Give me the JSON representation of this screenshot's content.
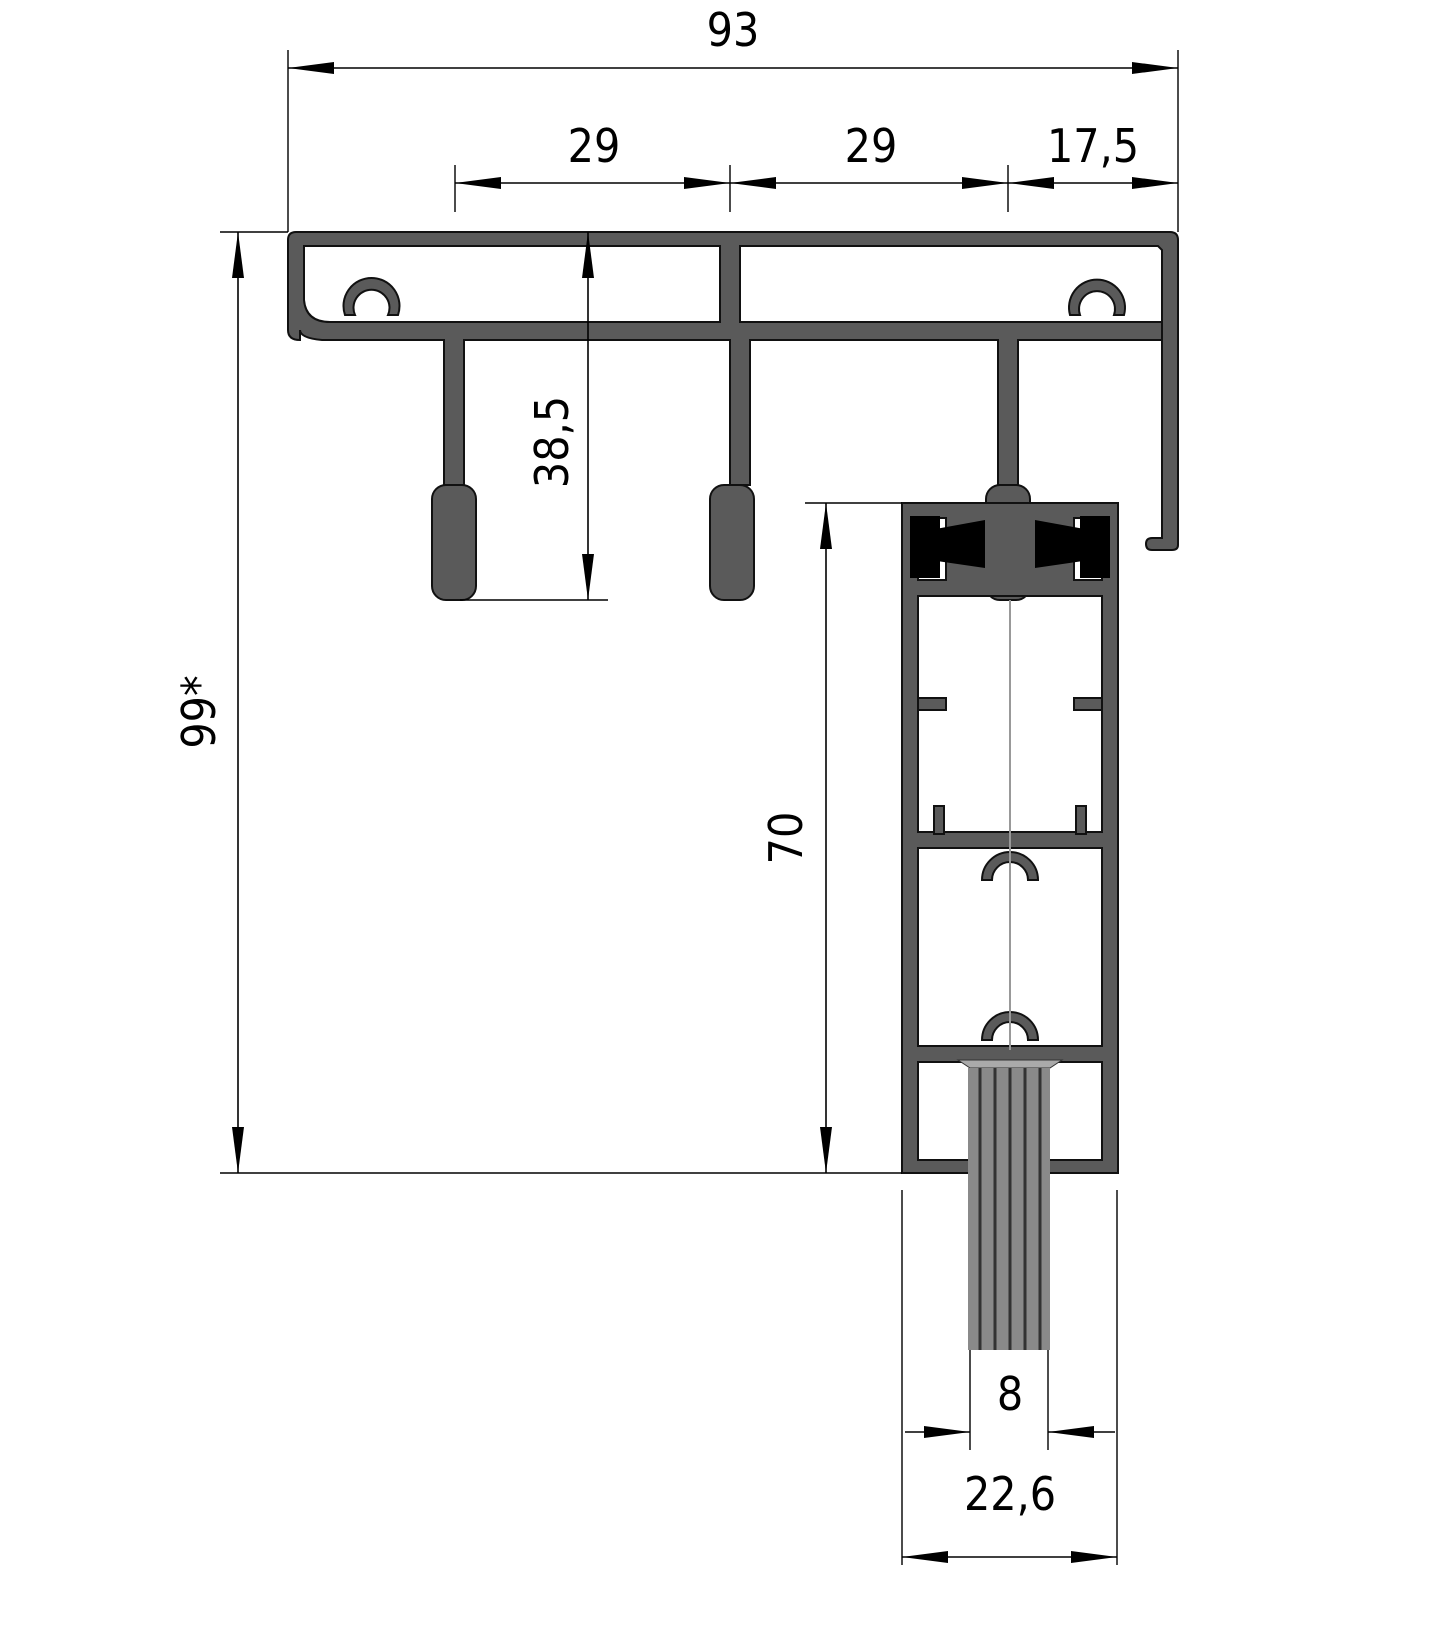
{
  "drawing": {
    "dimensions": {
      "overall_width": "93",
      "segment_1": "29",
      "segment_2": "29",
      "segment_3": "17,5",
      "overall_height": "99*",
      "stem_depth": "38,5",
      "frame_height": "70",
      "brush_width": "8",
      "frame_width": "22,6"
    },
    "colors": {
      "profile": "#5a5a5a",
      "outline": "#111111",
      "seal": "#000000"
    }
  }
}
